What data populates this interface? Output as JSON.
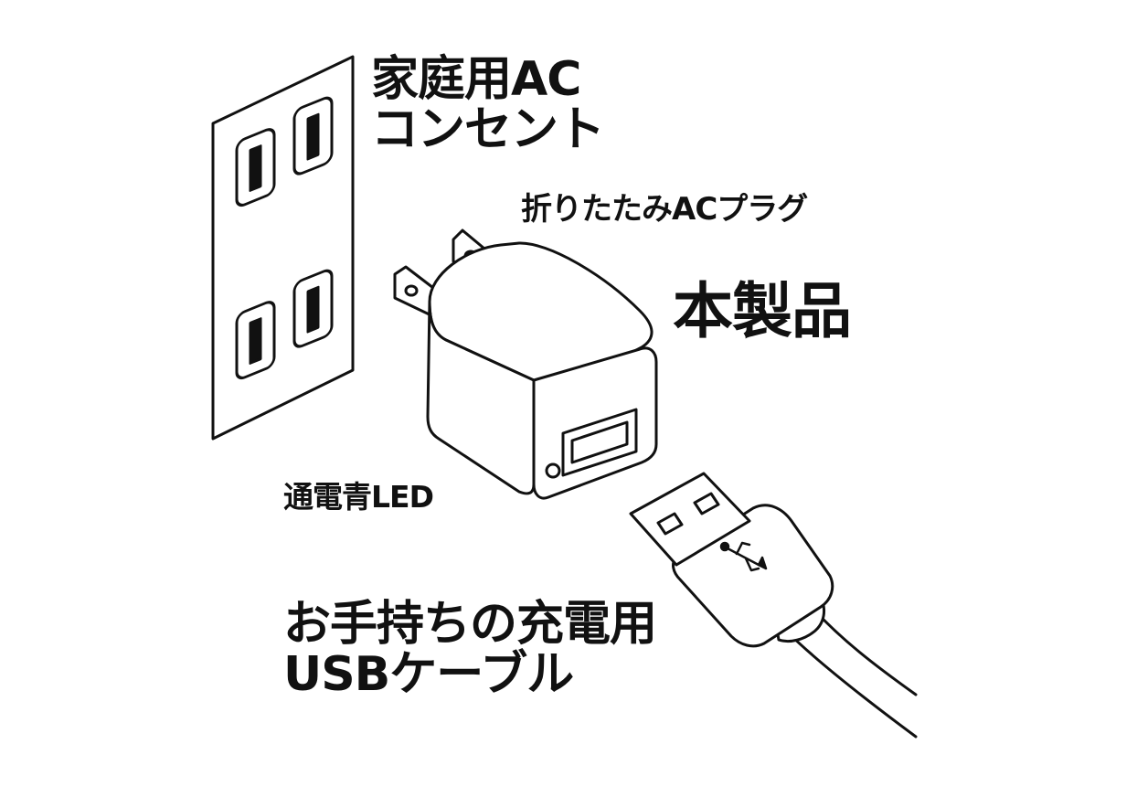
{
  "labels": {
    "outlet_line1": "家庭用AC",
    "outlet_line2": "コンセント",
    "folding_plug": "折りたたみACプラグ",
    "product": "本製品",
    "led": "通電青LED",
    "cable_line1": "お手持ちの充電用",
    "cable_line2": "USBケーブル"
  },
  "colors": {
    "line": "#111111",
    "fill": "#ffffff"
  },
  "icons": {
    "usb": "usb-trident-icon"
  }
}
